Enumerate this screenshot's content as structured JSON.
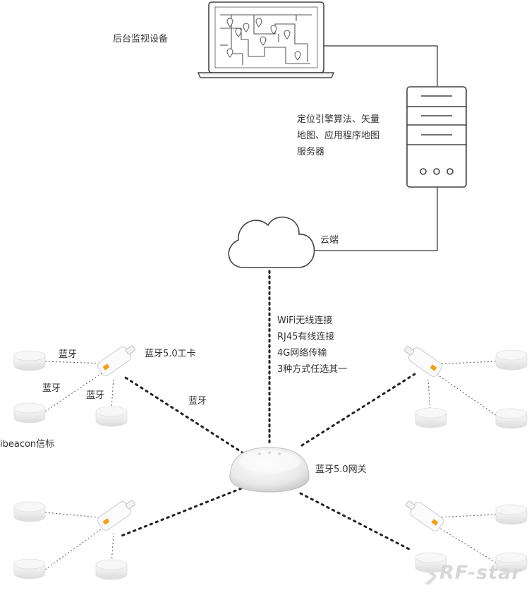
{
  "labels": {
    "monitor": "后台监视设备",
    "server_line1": "定位引擎算法、矢量",
    "server_line2": "地图、应用程序地图",
    "server_line3": "服务器",
    "cloud": "云端",
    "conn_1": "WiFi无线连接",
    "conn_2": "RJ45有线连接",
    "conn_3": "4G网络传输",
    "conn_4": "3种方式任选其一",
    "gateway": "蓝牙5.0网关",
    "card": "蓝牙5.0工卡",
    "bt_a": "蓝牙",
    "bt_b": "蓝牙",
    "bt_c": "蓝牙",
    "bt_d": "蓝牙",
    "beacon": "ibeacon信标"
  },
  "logo": "RF-star",
  "colors": {
    "line": "#333333",
    "stroke": "#444444",
    "dotted_dark": "#222222",
    "dotted_light": "#666666",
    "device_fill": "#f2f2f2",
    "orange": "#f0a020"
  }
}
